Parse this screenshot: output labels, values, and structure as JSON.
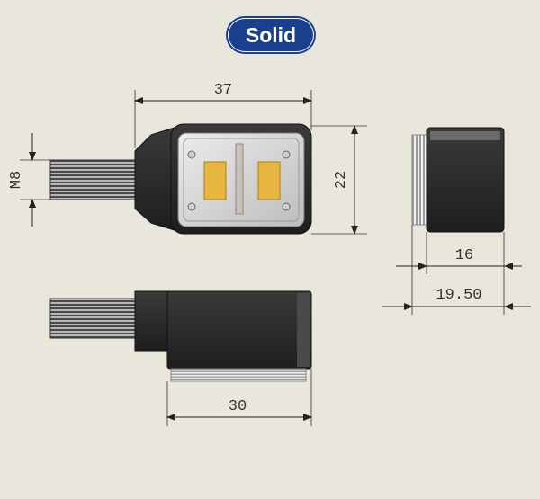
{
  "badge": {
    "label": "Solid",
    "color": "#1a3f8f"
  },
  "dimensions": {
    "top_width": "37",
    "thread": "M8",
    "height": "22",
    "side_depth": "16",
    "side_total": "19.50",
    "bottom_width": "30"
  },
  "colors": {
    "background": "#e9e6dc",
    "housing": "#2a2a2a",
    "led": "#e8b640",
    "lens": "#d9d9d9"
  }
}
